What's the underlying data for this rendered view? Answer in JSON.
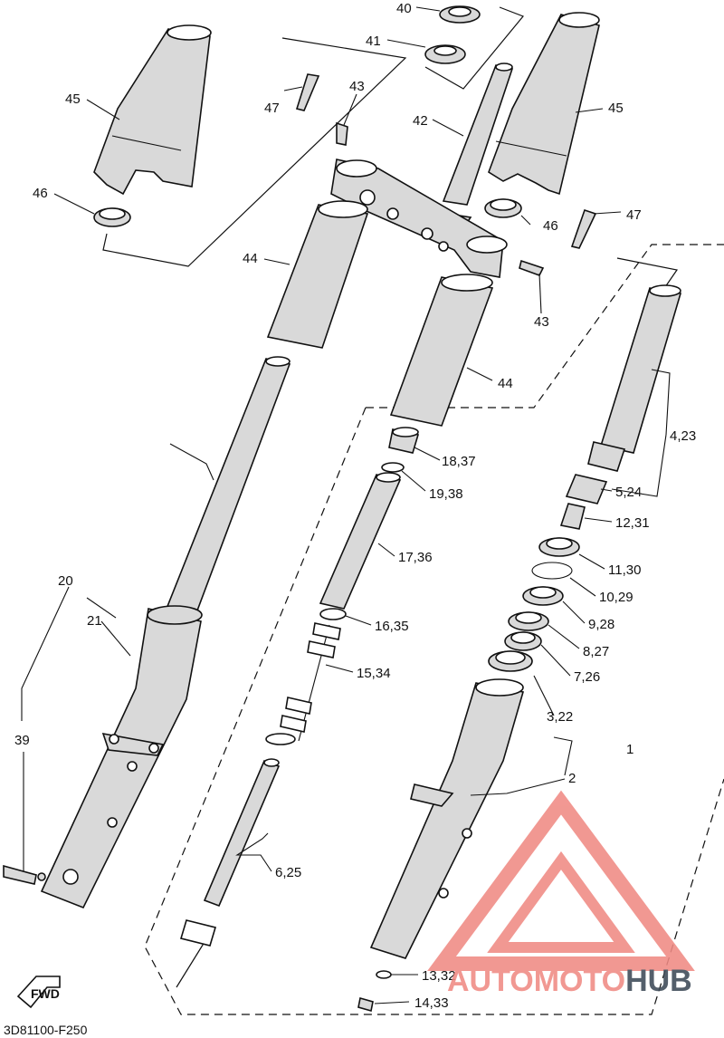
{
  "diagram_code": "3D81100-F250",
  "fwd_label": "FWD",
  "watermark": {
    "text_a": "AUTOMOTO",
    "text_b": "HUB",
    "color_a": "#f08a84",
    "color_b": "#3d4a57"
  },
  "callouts": {
    "c40": "40",
    "c41": "41",
    "c42": "42",
    "c43a": "43",
    "c43b": "43",
    "c44a": "44",
    "c44b": "44",
    "c45a": "45",
    "c45b": "45",
    "c46a": "46",
    "c46b": "46",
    "c47a": "47",
    "c47b": "47",
    "c18": "18,37",
    "c19": "19,38",
    "c17": "17,36",
    "c16": "16,35",
    "c15": "15,34",
    "c6": "6,25",
    "c4": "4,23",
    "c5": "5,24",
    "c12": "12,31",
    "c11": "11,30",
    "c10": "10,29",
    "c9": "9,28",
    "c8": "8,27",
    "c7": "7,26",
    "c3": "3,22",
    "c2": "2",
    "c1": "1",
    "c20": "20",
    "c21": "21",
    "c39": "39",
    "c13": "13,32",
    "c14": "14,33"
  }
}
